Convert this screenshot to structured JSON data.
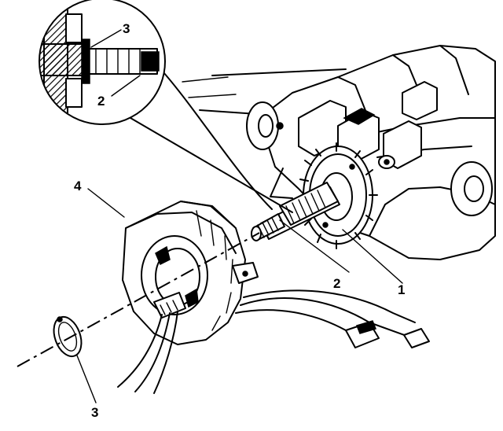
{
  "callouts": {
    "c1": "1",
    "c2_main": "2",
    "c2_detail": "2",
    "c3_main": "3",
    "c3_detail": "3",
    "c4": "4"
  },
  "colors": {
    "ink": "#000000",
    "paper": "#ffffff"
  }
}
